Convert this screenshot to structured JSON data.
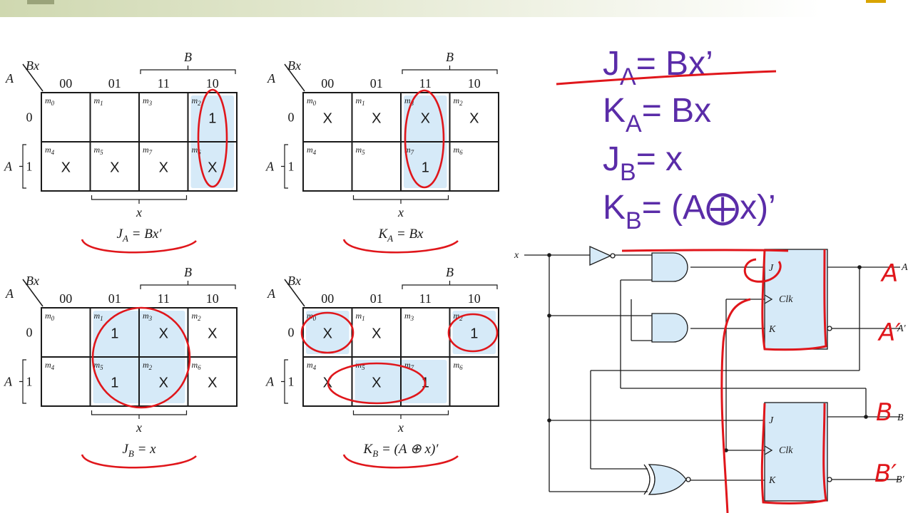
{
  "colors": {
    "ink": "#1a1a1a",
    "highlight": "#d6eaf8",
    "pen": "#e0161b",
    "equation": "#5a2ca8"
  },
  "kmaps": [
    {
      "var_row": "A",
      "var_col": "Bx",
      "col_group": "B",
      "row_group": "A",
      "bottom_group": "x",
      "col_codes": [
        "00",
        "01",
        "11",
        "10"
      ],
      "row_codes": [
        "0",
        "1"
      ],
      "minterms": [
        [
          "m0",
          "m1",
          "m3",
          "m2"
        ],
        [
          "m4",
          "m5",
          "m7",
          "m6"
        ]
      ],
      "cells": [
        [
          "",
          "",
          "",
          "1"
        ],
        [
          "X",
          "X",
          "X",
          "X"
        ]
      ],
      "caption": {
        "lhs": "J",
        "sub": "A",
        "rhs": "= Bx′"
      }
    },
    {
      "var_row": "A",
      "var_col": "Bx",
      "col_group": "B",
      "row_group": "A",
      "bottom_group": "x",
      "col_codes": [
        "00",
        "01",
        "11",
        "10"
      ],
      "row_codes": [
        "0",
        "1"
      ],
      "minterms": [
        [
          "m0",
          "m1",
          "m3",
          "m2"
        ],
        [
          "m4",
          "m5",
          "m7",
          "m6"
        ]
      ],
      "cells": [
        [
          "X",
          "X",
          "X",
          "X"
        ],
        [
          "",
          "",
          "1",
          ""
        ]
      ],
      "caption": {
        "lhs": "K",
        "sub": "A",
        "rhs": "= Bx"
      }
    },
    {
      "var_row": "A",
      "var_col": "Bx",
      "col_group": "B",
      "row_group": "A",
      "bottom_group": "x",
      "col_codes": [
        "00",
        "01",
        "11",
        "10"
      ],
      "row_codes": [
        "0",
        "1"
      ],
      "minterms": [
        [
          "m0",
          "m1",
          "m3",
          "m2"
        ],
        [
          "m4",
          "m5",
          "m2",
          "m6"
        ]
      ],
      "cells": [
        [
          "",
          "1",
          "X",
          "X"
        ],
        [
          "",
          "1",
          "X",
          "X"
        ]
      ],
      "caption": {
        "lhs": "J",
        "sub": "B",
        "rhs": "= x"
      }
    },
    {
      "var_row": "A",
      "var_col": "Bx",
      "col_group": "B",
      "row_group": "A",
      "bottom_group": "x",
      "col_codes": [
        "00",
        "01",
        "11",
        "10"
      ],
      "row_codes": [
        "0",
        "1"
      ],
      "minterms": [
        [
          "m0",
          "m1",
          "m3",
          "m2"
        ],
        [
          "m4",
          "m5",
          "m7",
          "m6"
        ]
      ],
      "cells": [
        [
          "X",
          "X",
          "",
          "1"
        ],
        [
          "X",
          "X",
          "1",
          ""
        ]
      ],
      "caption": {
        "lhs": "K",
        "sub": "B",
        "rhs": "= (A ⊕ x)′"
      }
    }
  ],
  "equations": [
    {
      "lhs": "J",
      "sub": "A",
      "rhs": "= Bx’"
    },
    {
      "lhs": "K",
      "sub": "A",
      "rhs": "= Bx"
    },
    {
      "lhs": "J",
      "sub": "B",
      "rhs": "= x"
    },
    {
      "lhs": "K",
      "sub": "B",
      "rhs": "= (A⨁x)’"
    }
  ],
  "circuit": {
    "input_label": "x",
    "ff_pins": {
      "j": "J",
      "clk": "Clk",
      "k": "K"
    },
    "outputs": {
      "a": "A",
      "a_bar": "A′",
      "b": "B",
      "b_bar": "B′"
    },
    "handwritten": {
      "a": "A",
      "a_bar": "A′",
      "b": "B",
      "b_bar": "B′"
    }
  }
}
